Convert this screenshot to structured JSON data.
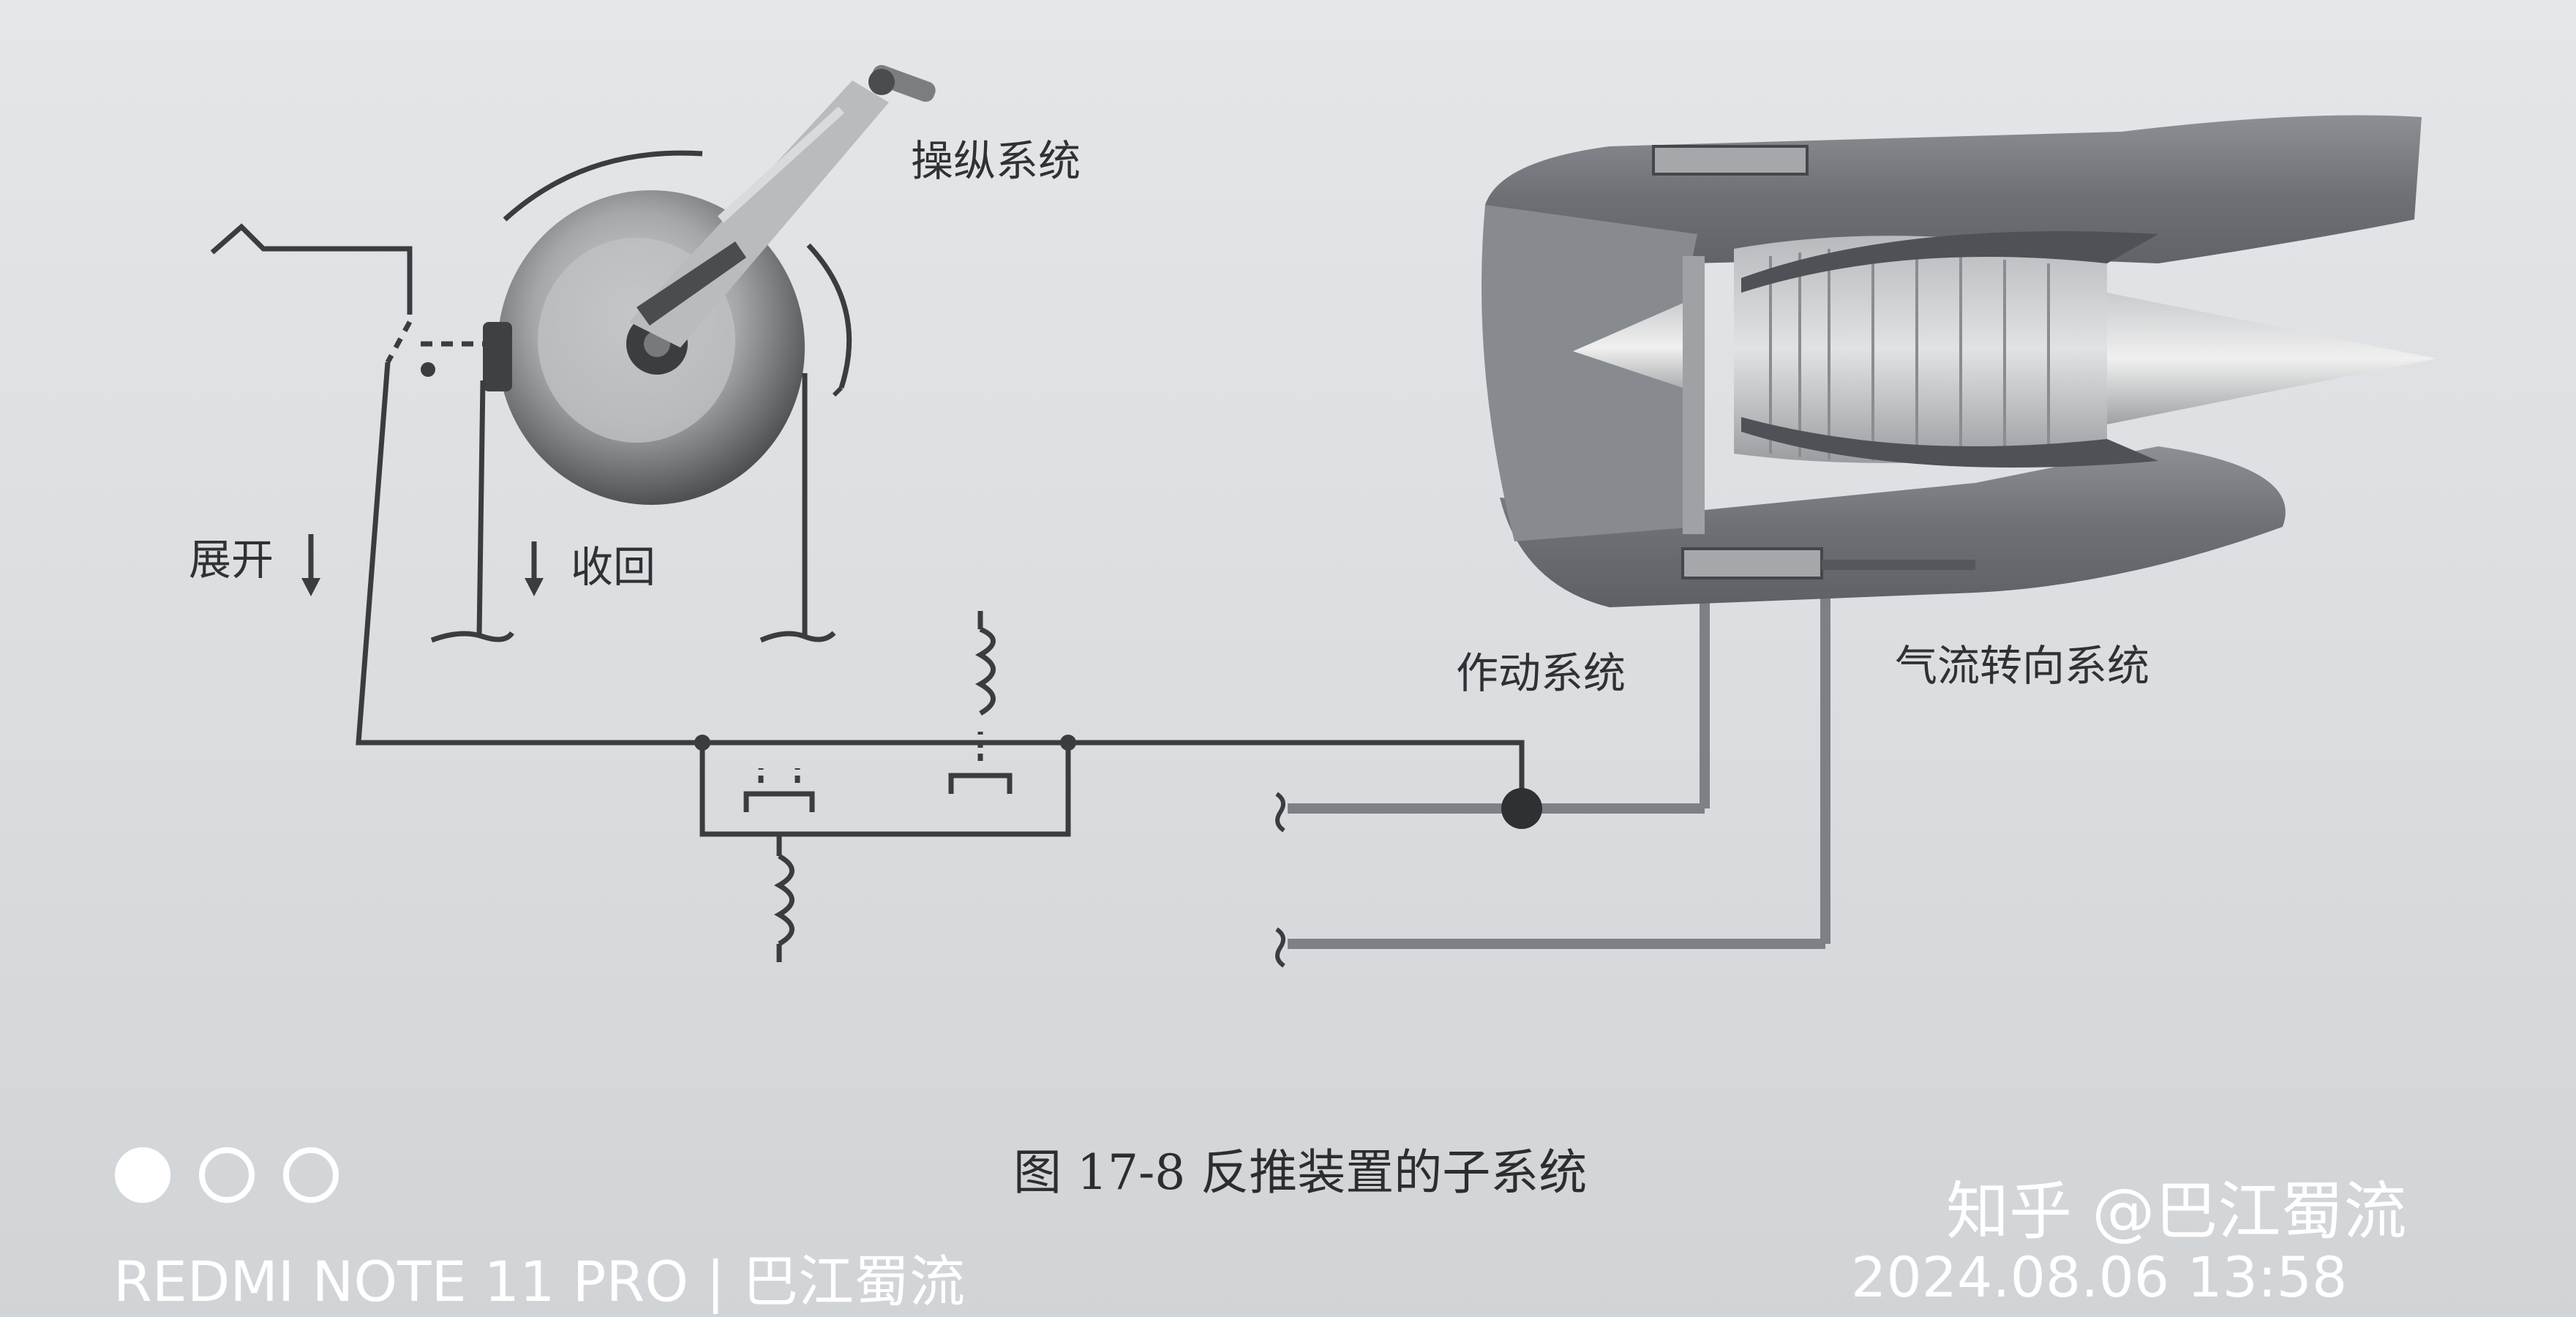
{
  "diagram": {
    "labels": {
      "control_system": "操纵系统",
      "deploy": "展开",
      "stow": "收回",
      "actuation_system": "作动系统",
      "airflow_reversing_system": "气流转向系统"
    },
    "caption": "图 17-8  反推装置的子系统"
  },
  "overlay": {
    "watermark": "知乎 @巴江蜀流",
    "device_label": "REDMI NOTE 11 PRO | 巴江蜀流",
    "timestamp": "2024.08.06  13:58",
    "page_dots": {
      "count": 3,
      "active": 1
    }
  },
  "colors": {
    "ink": "#3a3d40",
    "engine": "#6e7277",
    "nacelle": "#7b7f84",
    "text_white": "#ffffff"
  }
}
